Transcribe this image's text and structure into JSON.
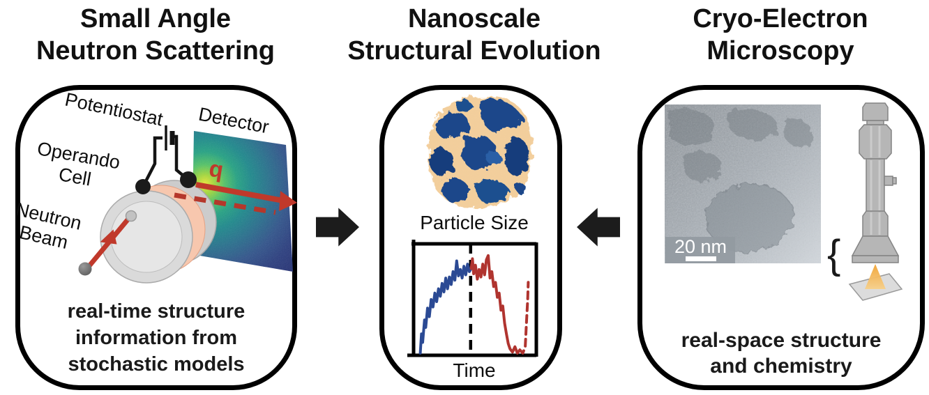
{
  "figure": {
    "left": {
      "title": [
        "Small Angle",
        "Neutron Scattering"
      ],
      "labels": {
        "potentiostat": "Potentiostat",
        "detector": "Detector",
        "operando": [
          "Operando",
          "Cell"
        ],
        "neutron_beam": [
          "Neutron",
          "Beam"
        ],
        "q": "q"
      },
      "caption": [
        "real-time structure",
        "information from",
        "stochastic models"
      ]
    },
    "middle": {
      "title": [
        "Nanoscale",
        "Structural Evolution"
      ]
    },
    "right": {
      "title": [
        "Cryo-Electron",
        "Microscopy"
      ],
      "tem_scale_label": "20 nm",
      "brace": "{",
      "caption": [
        "real-space structure",
        "and chemistry"
      ]
    }
  },
  "chart_data": {
    "type": "line",
    "title": "Particle Size",
    "xlabel": "Time",
    "ylabel": "Particle Size",
    "grid": false,
    "legend": "none",
    "x_range_normalized": [
      0,
      1
    ],
    "y_range_normalized": [
      0,
      1
    ],
    "divider_x": 0.47,
    "series": [
      {
        "name": "blue",
        "color": "#2b4a94",
        "style": "solid",
        "points": [
          [
            0.055,
            0.02
          ],
          [
            0.065,
            0.2
          ],
          [
            0.075,
            0.12
          ],
          [
            0.09,
            0.33
          ],
          [
            0.1,
            0.26
          ],
          [
            0.115,
            0.44
          ],
          [
            0.13,
            0.36
          ],
          [
            0.145,
            0.52
          ],
          [
            0.16,
            0.45
          ],
          [
            0.175,
            0.58
          ],
          [
            0.19,
            0.5
          ],
          [
            0.205,
            0.62
          ],
          [
            0.22,
            0.55
          ],
          [
            0.235,
            0.67
          ],
          [
            0.25,
            0.59
          ],
          [
            0.265,
            0.72
          ],
          [
            0.28,
            0.62
          ],
          [
            0.295,
            0.73
          ],
          [
            0.31,
            0.66
          ],
          [
            0.325,
            0.78
          ],
          [
            0.34,
            0.7
          ],
          [
            0.355,
            0.88
          ],
          [
            0.37,
            0.74
          ],
          [
            0.385,
            0.8
          ],
          [
            0.4,
            0.72
          ],
          [
            0.415,
            0.83
          ],
          [
            0.43,
            0.75
          ],
          [
            0.445,
            0.85
          ],
          [
            0.46,
            0.78
          ],
          [
            0.475,
            0.81
          ]
        ]
      },
      {
        "name": "red",
        "color": "#b0342f",
        "style": "solid",
        "points": [
          [
            0.475,
            0.81
          ],
          [
            0.485,
            0.9
          ],
          [
            0.495,
            0.76
          ],
          [
            0.51,
            0.84
          ],
          [
            0.525,
            0.71
          ],
          [
            0.54,
            0.8
          ],
          [
            0.555,
            0.73
          ],
          [
            0.57,
            0.85
          ],
          [
            0.585,
            0.75
          ],
          [
            0.6,
            0.89
          ],
          [
            0.615,
            0.93
          ],
          [
            0.63,
            0.72
          ],
          [
            0.645,
            0.78
          ],
          [
            0.66,
            0.64
          ],
          [
            0.675,
            0.68
          ],
          [
            0.69,
            0.54
          ],
          [
            0.705,
            0.58
          ],
          [
            0.72,
            0.42
          ],
          [
            0.735,
            0.46
          ],
          [
            0.75,
            0.3
          ],
          [
            0.765,
            0.2
          ],
          [
            0.78,
            0.11
          ],
          [
            0.795,
            0.06
          ],
          [
            0.815,
            0.03
          ],
          [
            0.835,
            0.08
          ],
          [
            0.855,
            0.02
          ],
          [
            0.875,
            0.05
          ]
        ]
      },
      {
        "name": "red-dashed",
        "color": "#b0342f",
        "style": "dashed",
        "points": [
          [
            0.875,
            0.05
          ],
          [
            0.9,
            0.02
          ],
          [
            0.92,
            0.08
          ],
          [
            0.93,
            0.3
          ],
          [
            0.94,
            0.52
          ],
          [
            0.945,
            0.68
          ]
        ]
      }
    ]
  },
  "colors": {
    "panel_border": "#000000",
    "flow_arrow": "#1c1c1c",
    "beam_red": "#c0392b",
    "operando_cell_band": "#f6c5ac",
    "cube_navy": "#1a478a",
    "cube_tan": "#f3cf9e",
    "chart_blue": "#2b4a94",
    "chart_red": "#b0342f",
    "microscope_gray": "#b6b6b6",
    "electron_beam_orange": "#f0a232",
    "detector_viridis": [
      "#ece83a",
      "#55c468",
      "#1f8a8d",
      "#32558c",
      "#252f72"
    ]
  }
}
